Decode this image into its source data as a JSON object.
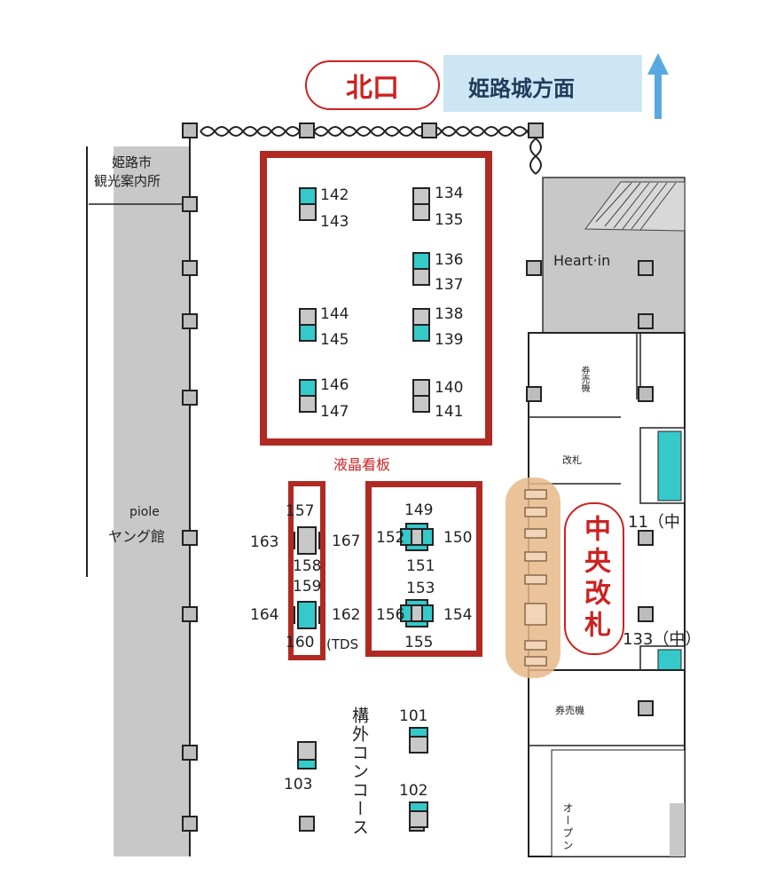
{
  "header": {
    "north_exit": "北口",
    "direction_label": "姫路城方面",
    "colors": {
      "accent_red": "#cc2222",
      "direction_bg": "#cce6f4",
      "arrow_blue": "#5aa8e0"
    }
  },
  "map_labels": {
    "tourist_info": [
      "姫路市",
      "観光案内所"
    ],
    "heart_in": "Heart·in",
    "piole_line1": "piole",
    "piole_line2": "ヤング館",
    "lcd_board": "液晶看板",
    "outer_concourse": "構外コンコース",
    "central_gate": "中央改札",
    "gate_small": "改札",
    "staff_top": "券売機",
    "staff_bottom": "券売機",
    "right_11": "11（中",
    "right_133": "133（中）",
    "open_text": "オープン",
    "tds": "(TDS"
  },
  "spot_numbers": {
    "n142": "142",
    "n143": "143",
    "n134": "134",
    "n135": "135",
    "n136": "136",
    "n137": "137",
    "n144": "144",
    "n145": "145",
    "n138": "138",
    "n139": "139",
    "n146": "146",
    "n147": "147",
    "n140": "140",
    "n141": "141",
    "n157": "157",
    "n163": "163",
    "n167": "167",
    "n158": "158",
    "n159": "159",
    "n164": "164",
    "n162": "162",
    "n160": "160",
    "n149": "149",
    "n152": "152",
    "n150": "150",
    "n151": "151",
    "n153": "153",
    "n156": "156",
    "n154": "154",
    "n155": "155",
    "n101": "101",
    "n102": "102",
    "n103": "103"
  }
}
